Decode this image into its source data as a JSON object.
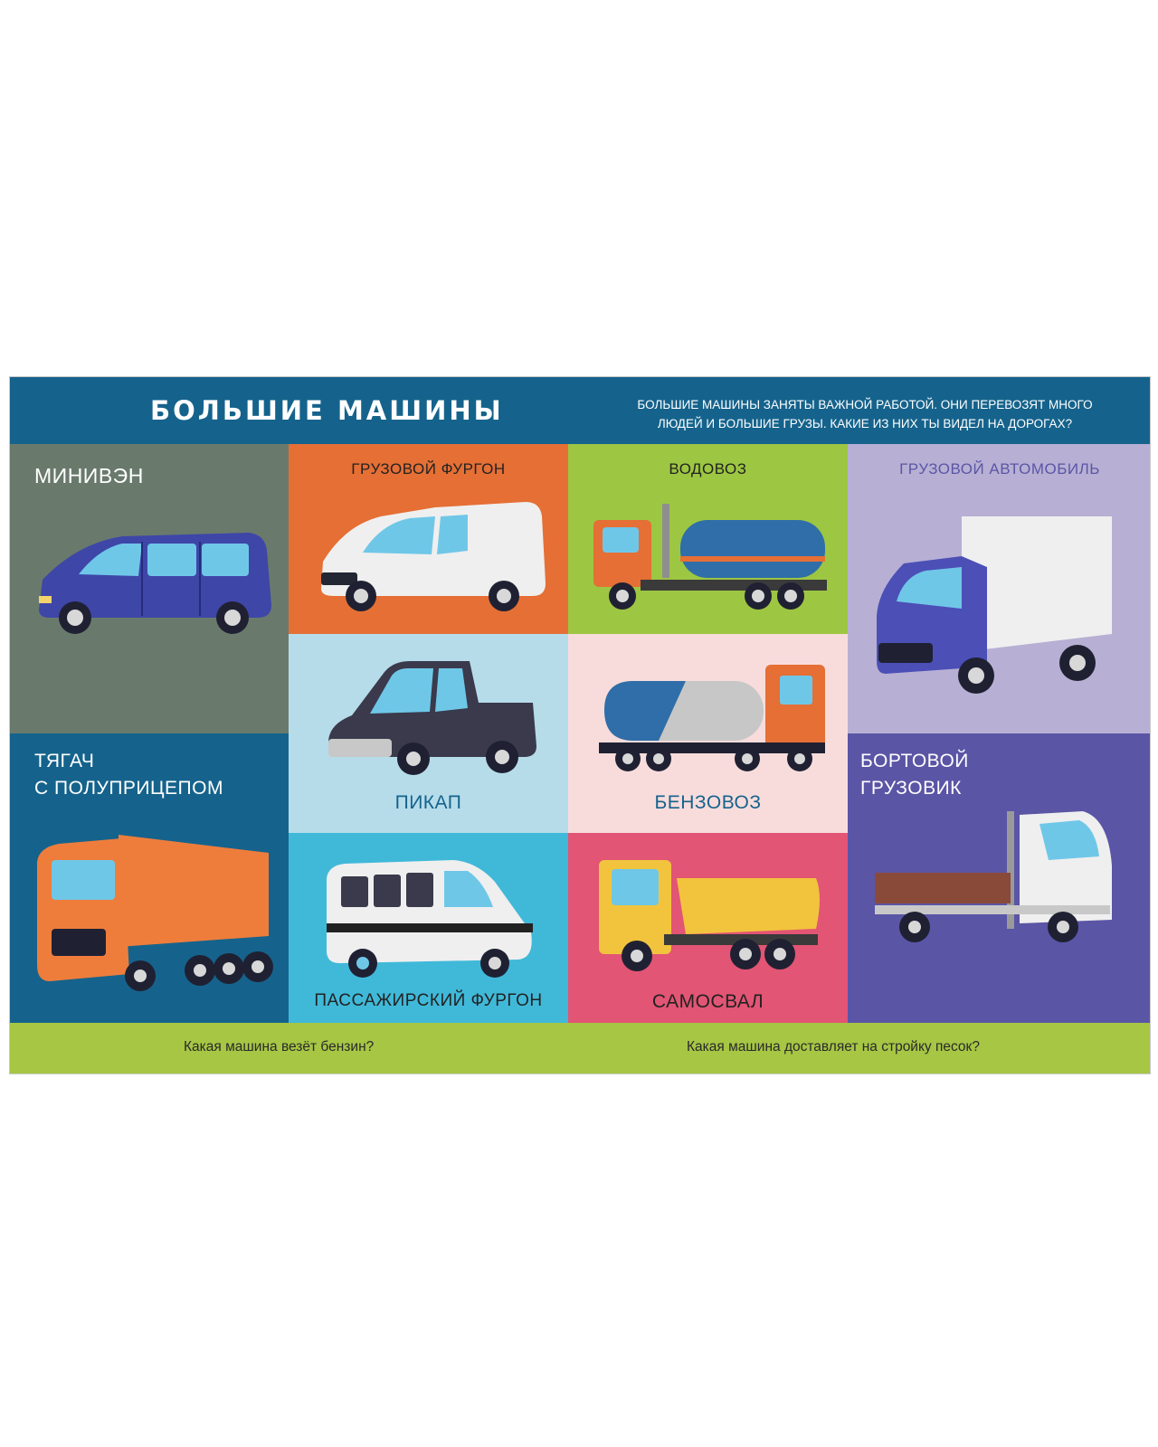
{
  "header": {
    "title": "БОЛЬШИЕ МАШИНЫ",
    "intro_line1": "БОЛЬШИЕ МАШИНЫ ЗАНЯТЫ ВАЖНОЙ РАБОТОЙ. ОНИ ПЕРЕВОЗЯТ МНОГО",
    "intro_line2": "ЛЮДЕЙ И БОЛЬШИЕ ГРУЗЫ. КАКИЕ ИЗ НИХ ТЫ ВИДЕЛ НА ДОРОГАХ?"
  },
  "vehicles": {
    "minivan": {
      "label": "МИНИВЭН",
      "bg": "#697a6c"
    },
    "cargo_van": {
      "label": "ГРУЗОВОЙ ФУРГОН",
      "bg": "#e56f35"
    },
    "water_truck": {
      "label": "ВОДОВОЗ",
      "bg": "#9dc642"
    },
    "box_truck": {
      "label": "ГРУЗОВОЙ АВТОМОБИЛЬ",
      "bg": "#b7b0d4"
    },
    "pickup": {
      "label": "ПИКАП",
      "bg": "#b6dcea"
    },
    "fuel_truck": {
      "label": "БЕНЗОВОЗ",
      "bg": "#f8dcdc"
    },
    "semi": {
      "label_line1": "ТЯГАЧ",
      "label_line2": "С ПОЛУПРИЦЕПОМ",
      "bg": "#15638c"
    },
    "flatbed": {
      "label_line1": "БОРТОВОЙ",
      "label_line2": "ГРУЗОВИК",
      "bg": "#5b55a6"
    },
    "passenger_van": {
      "label": "ПАССАЖИРСКИЙ ФУРГОН",
      "bg": "#40b9d9"
    },
    "dump_truck": {
      "label": "САМОСВАЛ",
      "bg": "#e25574"
    }
  },
  "footer": {
    "question_left": "Какая машина везёт бензин?",
    "question_right": "Какая машина доставляет на стройку песок?"
  }
}
